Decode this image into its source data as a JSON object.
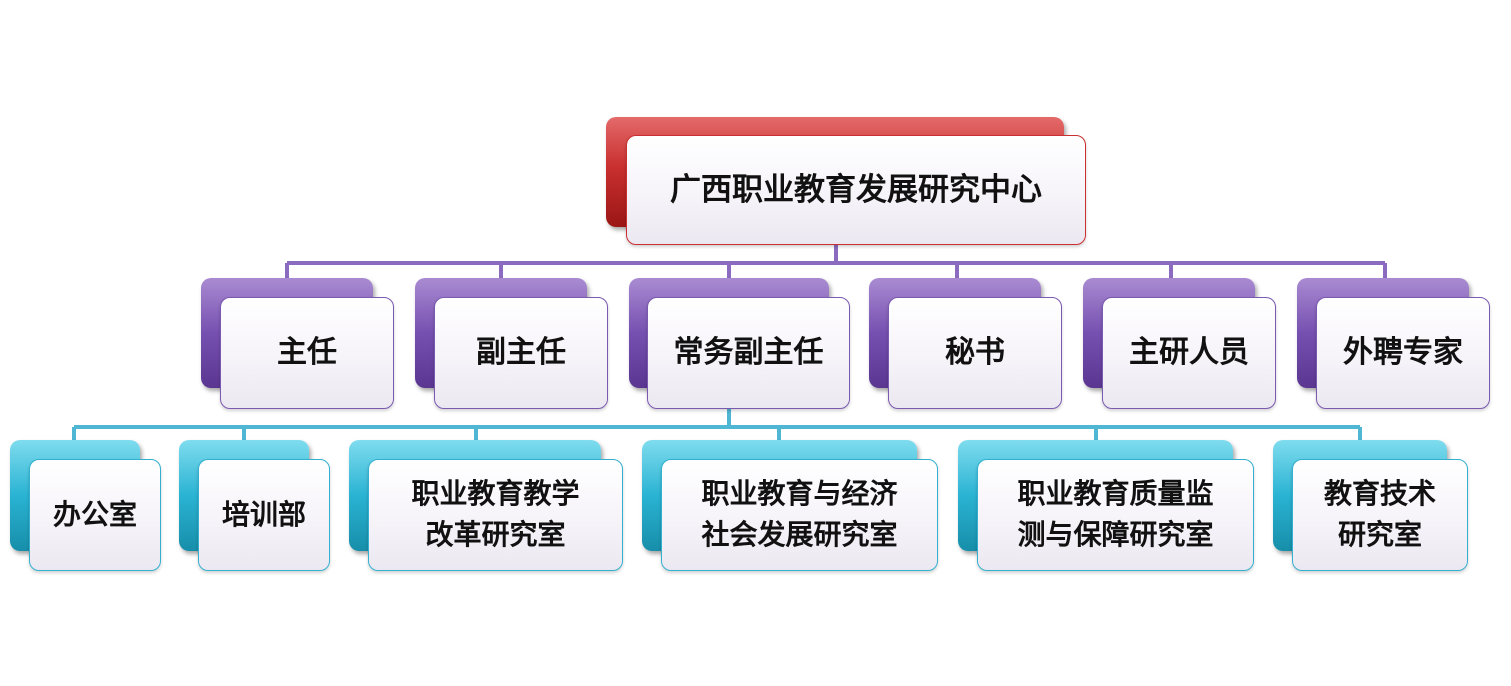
{
  "root": {
    "label": "广西职业教育发展研究中心"
  },
  "level1": [
    {
      "label": "主任"
    },
    {
      "label": "副主任"
    },
    {
      "label": "常务副主任"
    },
    {
      "label": "秘书"
    },
    {
      "label": "主研人员"
    },
    {
      "label": "外聘专家"
    }
  ],
  "level2": [
    {
      "line1": "办公室",
      "line2": ""
    },
    {
      "line1": "培训部",
      "line2": ""
    },
    {
      "line1": "职业教育教学",
      "line2": "改革研究室"
    },
    {
      "line1": "职业教育与经济",
      "line2": "社会发展研究室"
    },
    {
      "line1": "职业教育质量监",
      "line2": "测与保障研究室"
    },
    {
      "line1": "教育技术",
      "line2": "研究室"
    }
  ],
  "colors": {
    "root_accent": "#c9302f",
    "level1_accent": "#7650b0",
    "level2_accent": "#2ab3d3",
    "connector_level1": "#8a6bbf",
    "connector_level2": "#4fb6d4"
  }
}
